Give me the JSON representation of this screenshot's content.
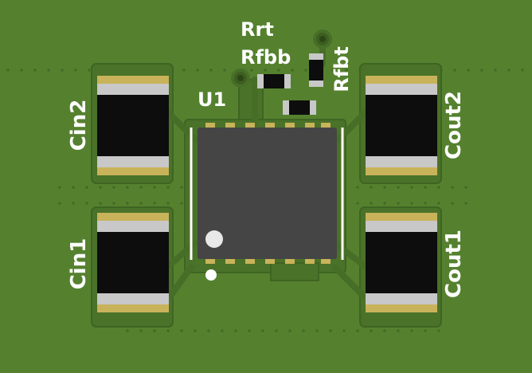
{
  "board": {
    "colors": {
      "board": "#55812f",
      "copper": "#486f28",
      "copper_edge": "#3f6422",
      "silkscreen": "#ffffff",
      "pad_gold": "#c9b35a",
      "body_black": "#0d0d0d",
      "body_grey": "#c8c8c8",
      "ic_body": "#454545",
      "via_ring": "#3c5e20"
    }
  },
  "components": {
    "cin2": {
      "ref": "Cin2"
    },
    "cin1": {
      "ref": "Cin1"
    },
    "cout2": {
      "ref": "Cout2"
    },
    "cout1": {
      "ref": "Cout1"
    },
    "u1": {
      "ref": "U1"
    },
    "rrt": {
      "ref": "Rrt"
    },
    "rfbb": {
      "ref": "Rfbb"
    },
    "rfbt": {
      "ref": "Rfbt"
    }
  }
}
